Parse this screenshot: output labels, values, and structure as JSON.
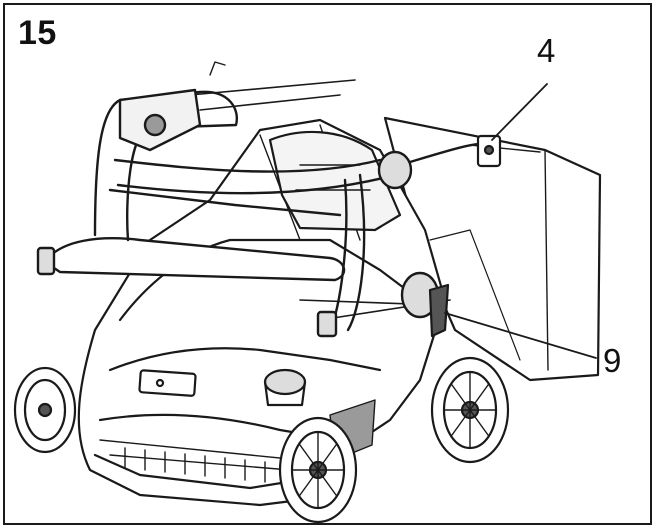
{
  "figure": {
    "number": "15",
    "subject_icon": "scarifier-with-grass-bag-icon"
  },
  "callouts": [
    {
      "label": "4",
      "part": "handle-clamp"
    },
    {
      "label": "9",
      "part": "bag-hook-lever"
    }
  ],
  "colors": {
    "line": "#1a1a1a",
    "shade": "#9a9a9a",
    "dark": "#555555"
  }
}
